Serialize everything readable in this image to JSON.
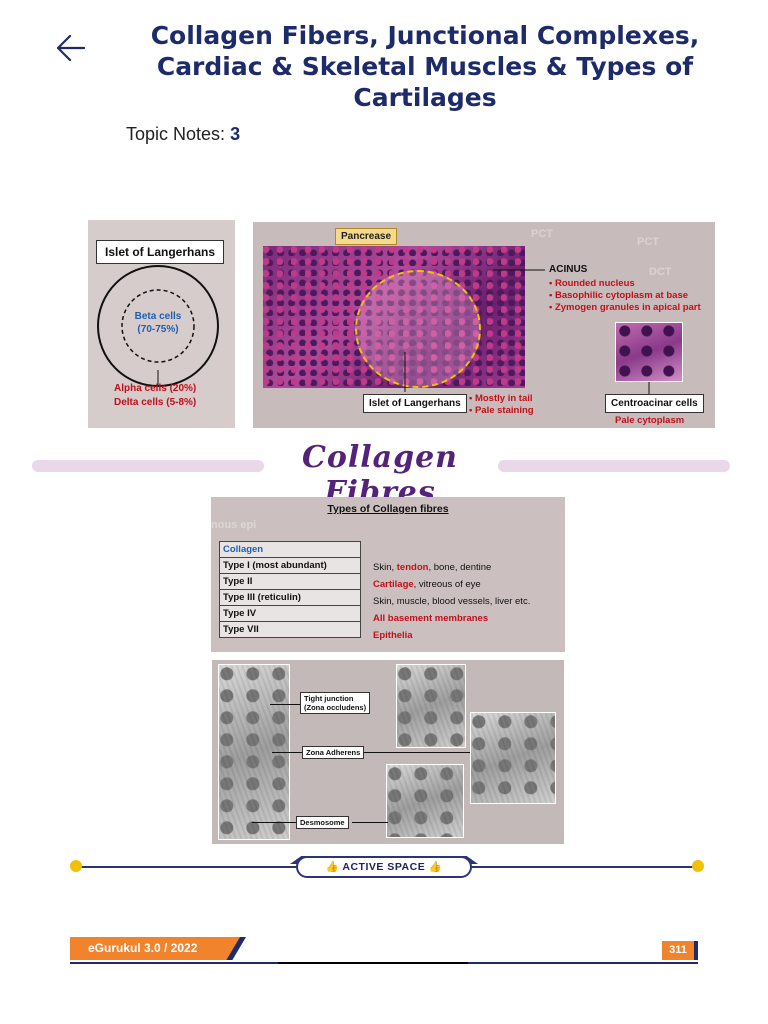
{
  "header": {
    "title": "Collagen Fibers, Junctional Complexes, Cardiac & Skeletal Muscles & Types of Cartilages",
    "topic_label": "Topic Notes:",
    "topic_number": "3"
  },
  "islet_diagram": {
    "title": "Islet of Langerhans",
    "beta_label": "Beta cells",
    "beta_percent": "(70-75%)",
    "alpha_label": "Alpha cells (20%)",
    "delta_label": "Delta cells (5-8%)"
  },
  "pancreas_figure": {
    "tag": "Pancrease",
    "acinus_title": "ACINUS",
    "acinus_points": [
      "Rounded nucleus",
      "Basophilic cytoplasm at base",
      "Zymogen granules in apical part"
    ],
    "islet_label": "Islet of Langerhans",
    "islet_points": [
      "Mostly in tail",
      "Pale staining"
    ],
    "centro_label": "Centroacinar cells",
    "centro_note": "Pale cytoplasm",
    "watermarks": [
      "PCT",
      "PCT",
      "DCT"
    ]
  },
  "section": {
    "title": "Collagen Fibres"
  },
  "collagen_types": {
    "title": "Types of Collagen fibres",
    "watermark": "nous epi",
    "header": "Collagen",
    "rows": [
      {
        "type": "Type I (most abundant)",
        "pre": "Skin, ",
        "red": "tendon",
        "post": ", bone, dentine"
      },
      {
        "type": "Type II",
        "pre": "",
        "red": "Cartilage",
        "post": ", vitreous of eye"
      },
      {
        "type": "Type III (reticulin)",
        "pre": "Skin, muscle, blood vessels, liver etc.",
        "red": "",
        "post": ""
      },
      {
        "type": "Type IV",
        "pre": "",
        "red": "All basement membranes",
        "post": ""
      },
      {
        "type": "Type VII",
        "pre": "",
        "red": "Epithelia",
        "post": ""
      }
    ]
  },
  "junction_figure": {
    "tight_label_1": "Tight junction",
    "tight_label_2": "(Zona occludens)",
    "adherens_label": "Zona Adherens",
    "desmosome_label": "Desmosome"
  },
  "active_space": {
    "label": "ACTIVE SPACE"
  },
  "footer": {
    "brand": "eGurukul 3.0 / 2022",
    "page_number": "311"
  },
  "colors": {
    "title_navy": "#1d2b6b",
    "accent_red": "#c0101a",
    "accent_orange": "#f0832b",
    "accent_purple": "#55227a",
    "dot_yellow": "#f1c10a"
  }
}
